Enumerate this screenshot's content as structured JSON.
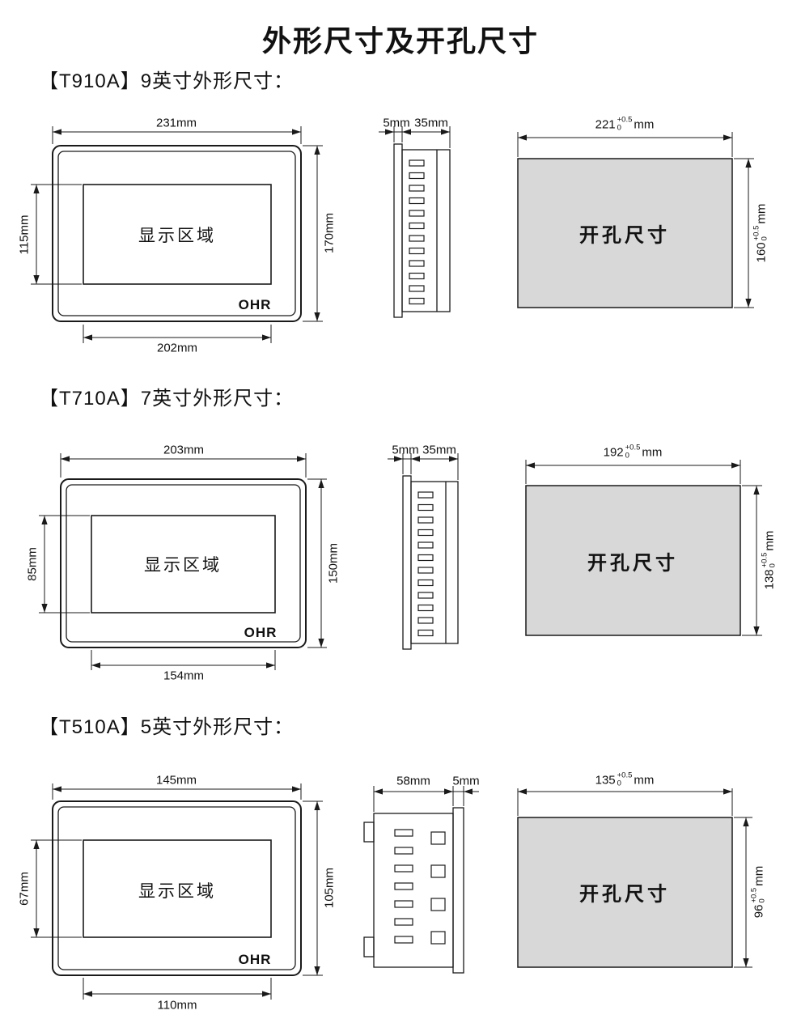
{
  "title": "外形尺寸及开孔尺寸",
  "sections": [
    {
      "model": "【T910A】",
      "heading_rest": "9英寸外形尺寸：",
      "front": {
        "top": "231mm",
        "left": "115mm",
        "right": "170mm",
        "bottom": "202mm",
        "display": "显示区域",
        "brand": "OHR"
      },
      "side": {
        "first": "5mm",
        "second": "35mm"
      },
      "cutout": {
        "label": "开孔尺寸",
        "width": "221",
        "width_tol_up": "+0.5",
        "width_tol_down": "0",
        "width_unit": "mm",
        "height": "160",
        "height_tol_up": "+0.5",
        "height_tol_down": "0",
        "height_unit": "mm"
      }
    },
    {
      "model": "【T710A】",
      "heading_rest": "7英寸外形尺寸：",
      "front": {
        "top": "203mm",
        "left": "85mm",
        "right": "150mm",
        "bottom": "154mm",
        "display": "显示区域",
        "brand": "OHR"
      },
      "side": {
        "first": "5mm",
        "second": "35mm"
      },
      "cutout": {
        "label": "开孔尺寸",
        "width": "192",
        "width_tol_up": "+0.5",
        "width_tol_down": "0",
        "width_unit": "mm",
        "height": "138",
        "height_tol_up": "+0.5",
        "height_tol_down": "0",
        "height_unit": "mm"
      }
    },
    {
      "model": "【T510A】",
      "heading_rest": "5英寸外形尺寸：",
      "front": {
        "top": "145mm",
        "left": "67mm",
        "right": "105mm",
        "bottom": "110mm",
        "display": "显示区域",
        "brand": "OHR"
      },
      "side": {
        "first": "58mm",
        "second": "5mm"
      },
      "cutout": {
        "label": "开孔尺寸",
        "width": "135",
        "width_tol_up": "+0.5",
        "width_tol_down": "0",
        "width_unit": "mm",
        "height": "96",
        "height_tol_up": "+0.5",
        "height_tol_down": "0",
        "height_unit": "mm"
      }
    }
  ]
}
